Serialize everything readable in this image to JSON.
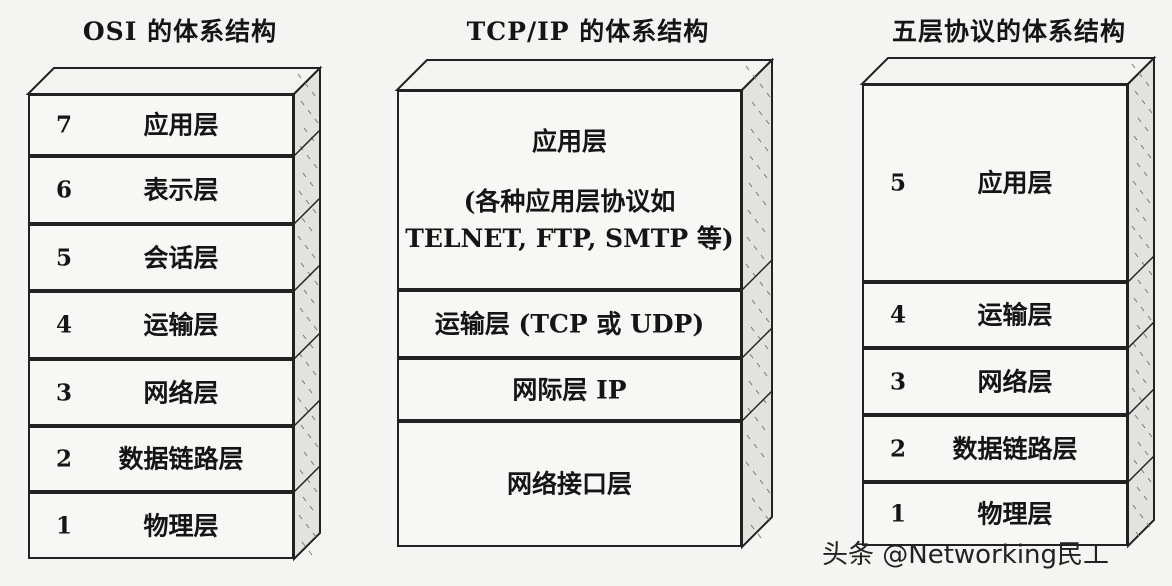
{
  "columns": [
    {
      "id": "osi",
      "title": "OSI 的体系结构",
      "layers": [
        {
          "num": "7",
          "name": "应用层"
        },
        {
          "num": "6",
          "name": "表示层"
        },
        {
          "num": "5",
          "name": "会话层"
        },
        {
          "num": "4",
          "name": "运输层"
        },
        {
          "num": "3",
          "name": "网络层"
        },
        {
          "num": "2",
          "name": "数据链路层"
        },
        {
          "num": "1",
          "name": "物理层"
        }
      ]
    },
    {
      "id": "tcpip",
      "title": "TCP/IP 的体系结构",
      "layers": [
        {
          "num": "",
          "name": "应用层",
          "sub": [
            "(各种应用层协议如",
            "TELNET, FTP, SMTP 等)"
          ]
        },
        {
          "num": "",
          "name": "运输层 (TCP 或 UDP)"
        },
        {
          "num": "",
          "name": "网际层 IP"
        },
        {
          "num": "",
          "name": "网络接口层"
        }
      ]
    },
    {
      "id": "five",
      "title": "五层协议的体系结构",
      "layers": [
        {
          "num": "5",
          "name": "应用层"
        },
        {
          "num": "4",
          "name": "运输层"
        },
        {
          "num": "3",
          "name": "网络层"
        },
        {
          "num": "2",
          "name": "数据链路层"
        },
        {
          "num": "1",
          "name": "物理层"
        }
      ]
    }
  ],
  "watermark": "头条 @Networking民工"
}
